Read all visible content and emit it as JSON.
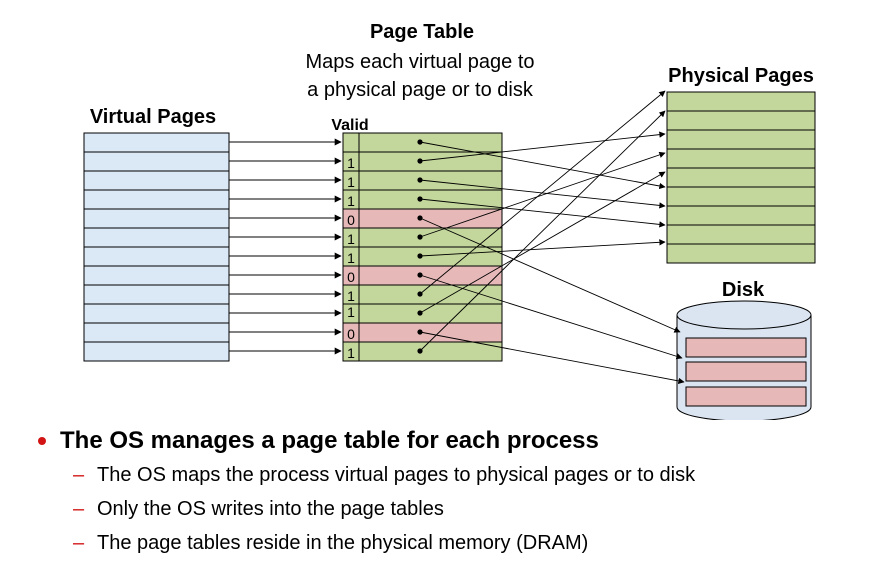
{
  "diagram": {
    "page_table_title": "Page Table",
    "page_table_subtitle_1": "Maps each virtual page to",
    "page_table_subtitle_2": "a physical page or to disk",
    "virtual_pages_label": "Virtual Pages",
    "physical_pages_label": "Physical Pages",
    "disk_label": "Disk",
    "valid_label": "Valid",
    "valid_bits": [
      "",
      "1",
      "1",
      "1",
      "0",
      "1",
      "1",
      "0",
      "1",
      "1",
      "0",
      "1"
    ],
    "colors": {
      "virtual_fill": "#dbe9f7",
      "valid_fill": "#c3d69b",
      "invalid_fill": "#e6b9b8",
      "physical_fill": "#c3d69b",
      "disk_fill": "#dbe5f1",
      "disk_block_fill": "#e6b9b8"
    }
  },
  "bullets": {
    "main": "The OS manages a page table for each process",
    "subs": [
      "The OS maps the process virtual pages to physical pages or to disk",
      "Only the OS writes into the page tables",
      "The page tables reside in the physical memory (DRAM)"
    ]
  }
}
